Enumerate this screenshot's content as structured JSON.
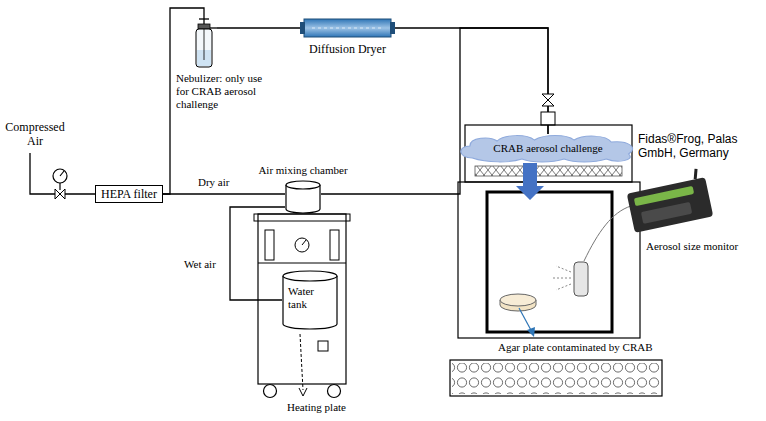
{
  "diagram": {
    "nodes": [
      {
        "text": [
          "HEPA filter"
        ]
      },
      {
        "text": [
          "Nebulizer: only use for CRAB aerosol challenge"
        ]
      },
      {
        "text": [
          "Diffusion Dryer"
        ]
      },
      {
        "text": [
          "Air mixing chamber"
        ]
      },
      {
        "text": [
          "Water tank"
        ]
      },
      {
        "text": [
          "CRAB aerosol challenge"
        ]
      }
    ],
    "edges": [
      {
        "from": 0,
        "to": 1,
        "arrow": "none"
      },
      {
        "from": 1,
        "to": 2,
        "arrow": "none"
      },
      {
        "from": 2,
        "to": 5,
        "arrow": "none"
      },
      {
        "from": 0,
        "to": 3,
        "label": "Dry air",
        "arrow": "none"
      },
      {
        "from": 4,
        "to": 3,
        "label": "Wet air",
        "arrow": "none"
      },
      {
        "from": 3,
        "to": 5,
        "arrow": "none"
      }
    ],
    "labels": [
      "Compressed Air",
      "Heating plate",
      "Fidas®Frog, Palas GmbH, Germany",
      "Aerosol size monitor",
      "Agar plate contaminated by CRAB"
    ]
  }
}
